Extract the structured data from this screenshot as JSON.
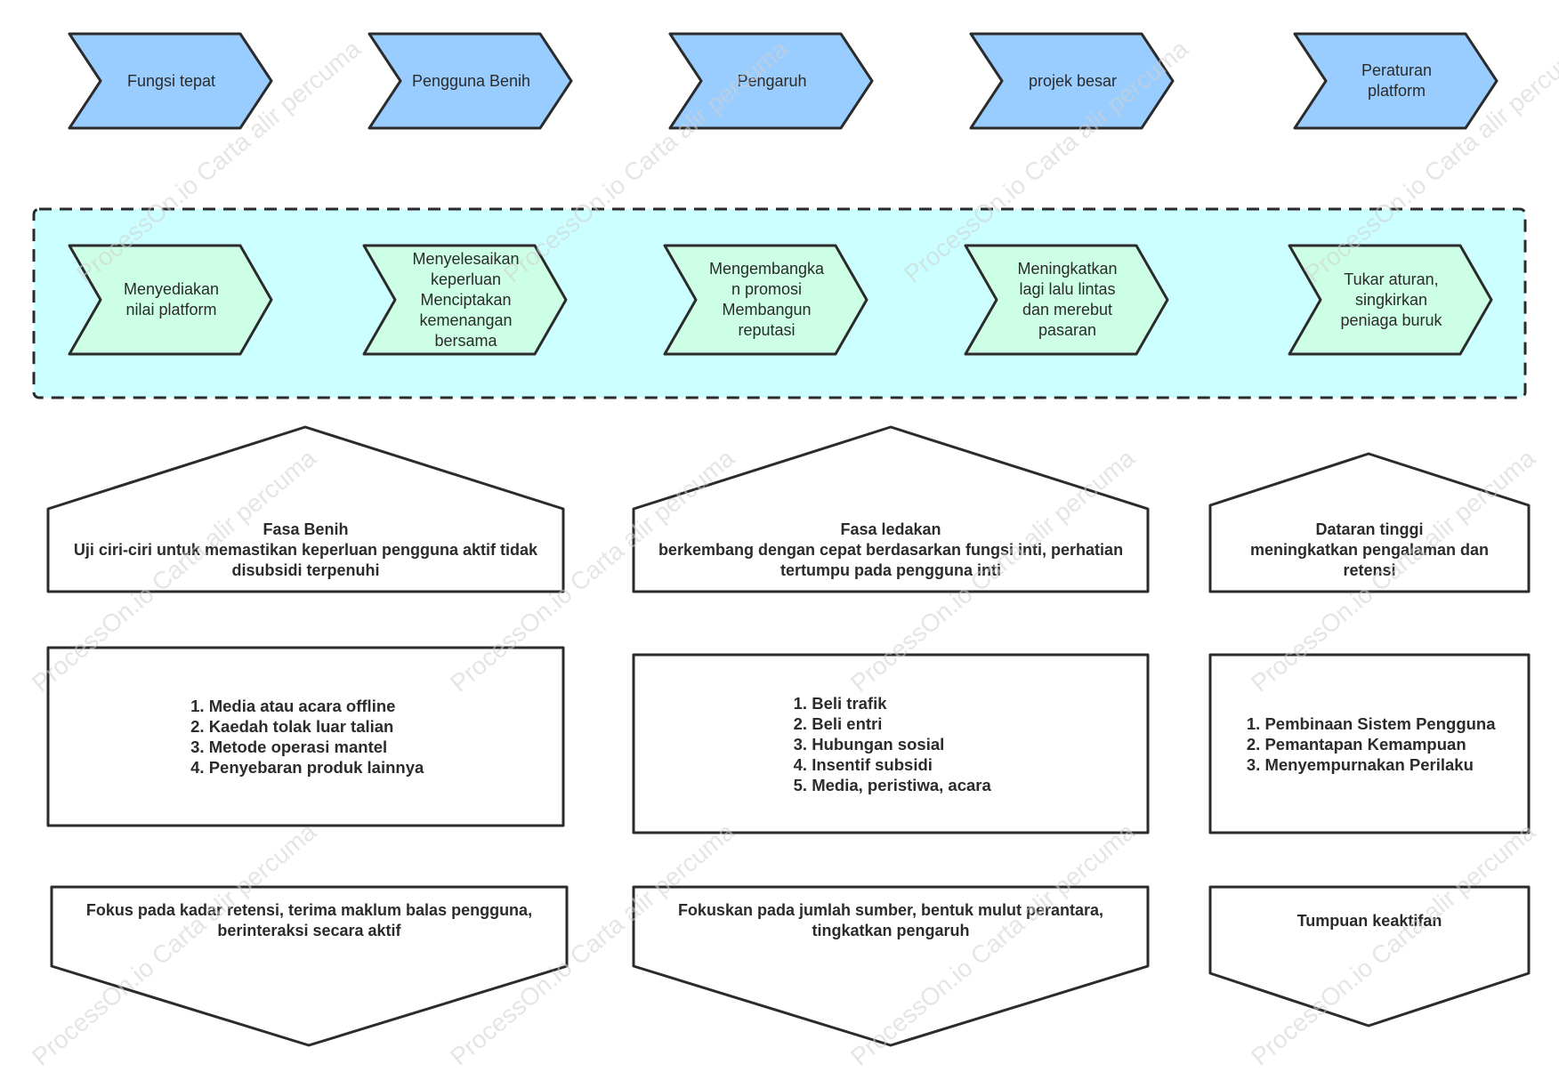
{
  "colors": {
    "stroke": "#2b2b2b",
    "top_arrow_fill": "#99ccff",
    "band_fill": "#ccffff",
    "mid_arrow_fill": "#ccffe6",
    "box_fill": "#ffffff",
    "watermark": "#d0d0d0"
  },
  "watermark": "ProcessOn.io Carta alir percuma",
  "top_arrows": [
    "Fungsi tepat",
    "Pengguna Benih",
    "Pengaruh",
    "projek besar",
    "Peraturan\nplatform"
  ],
  "mid_arrows": [
    "Menyediakan\nnilai platform",
    "Menyelesaikan\nkeperluan\nMenciptakan\nkemenangan\nbersama",
    "Mengembangka\nn promosi\nMembangun\nreputasi",
    "Meningkatkan\nlagi lalu lintas\ndan merebut\npasaran",
    "Tukar aturan,\nsingkirkan\npeniaga buruk"
  ],
  "phases": [
    {
      "heading": "Fasa Benih\nUji ciri-ciri untuk memastikan keperluan pengguna aktif tidak\ndisubsidi terpenuhi",
      "items": [
        "Media atau acara offline",
        "Kaedah tolak luar talian",
        "Metode operasi mantel",
        "Penyebaran produk lainnya"
      ],
      "focus": "Fokus pada kadar retensi, terima maklum balas pengguna,\nberinteraksi secara aktif"
    },
    {
      "heading": "Fasa ledakan\nberkembang dengan cepat berdasarkan fungsi inti, perhatian\ntertumpu pada pengguna inti",
      "items": [
        "Beli trafik",
        "Beli entri",
        "Hubungan sosial",
        "Insentif subsidi",
        "Media, peristiwa, acara"
      ],
      "focus": "Fokuskan pada jumlah sumber, bentuk mulut perantara,\ntingkatkan pengaruh"
    },
    {
      "heading": "Dataran tinggi\nmeningkatkan pengalaman dan\nretensi",
      "items": [
        "Pembinaan Sistem Pengguna",
        "Pemantapan Kemampuan",
        "Menyempurnakan Perilaku"
      ],
      "focus": "Tumpuan keaktifan"
    }
  ]
}
